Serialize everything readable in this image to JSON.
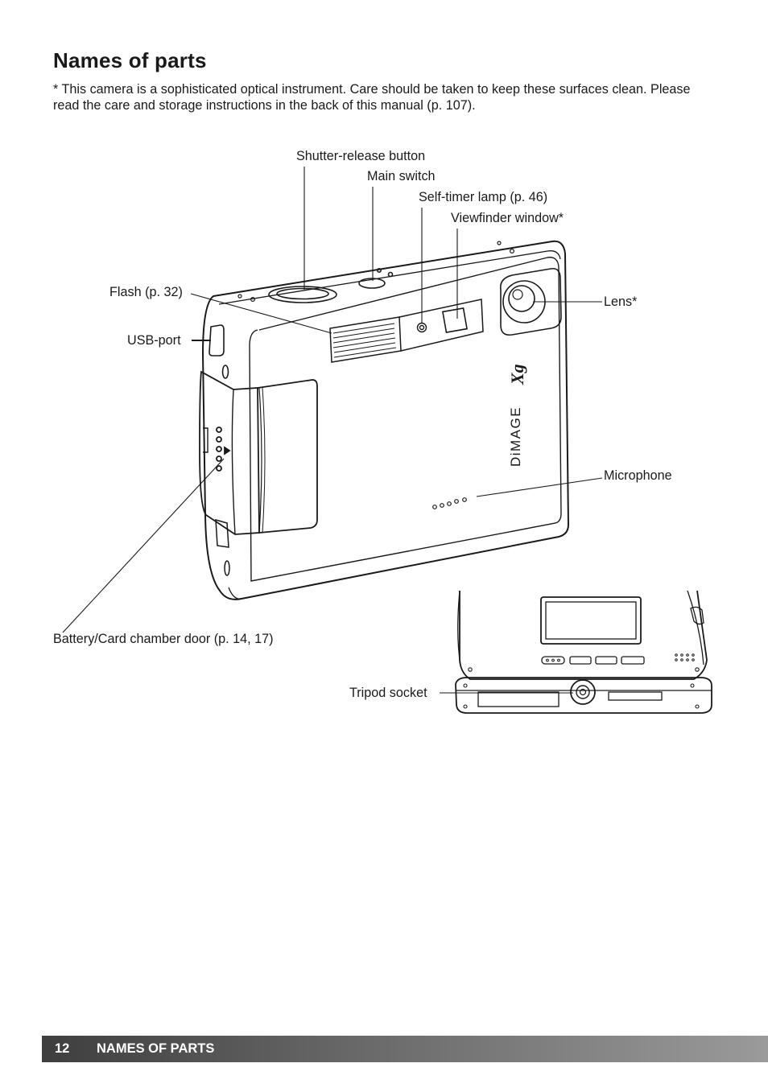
{
  "title": "Names of parts",
  "intro": "* This camera is a sophisticated optical instrument. Care should be taken to keep these surfaces clean. Please read the care and storage instructions in the back of this manual (p. 107).",
  "labels": {
    "shutter": "Shutter-release button",
    "main_switch": "Main switch",
    "self_timer": "Self-timer lamp (p. 46)",
    "viewfinder": "Viewfinder window*",
    "flash": "Flash (p. 32)",
    "usb": "USB-port",
    "lens": "Lens*",
    "microphone": "Microphone",
    "battery_door": "Battery/Card chamber door (p. 14, 17)",
    "tripod": "Tripod socket"
  },
  "camera": {
    "brand": "DiMAGE",
    "model": "Xg"
  },
  "footer": {
    "page_number": "12",
    "section": "NAMES OF PARTS"
  }
}
